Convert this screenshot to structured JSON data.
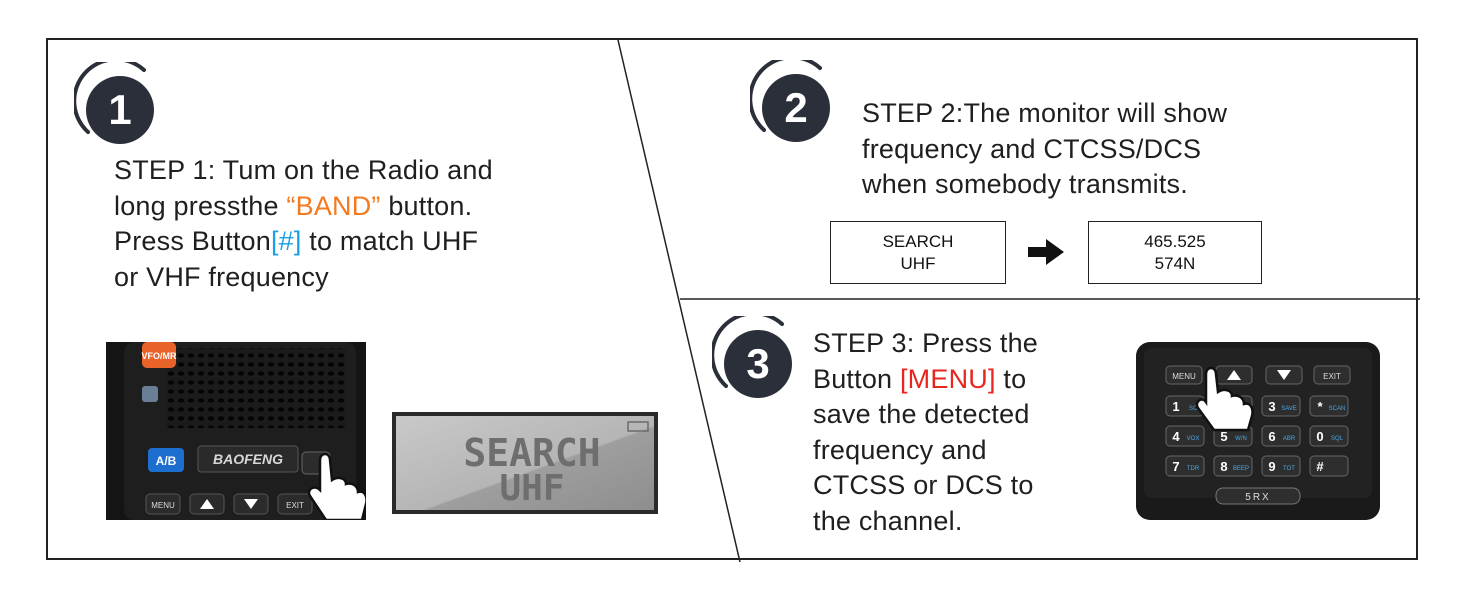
{
  "step1": {
    "number": "1",
    "line1": "STEP 1: Tum on the Radio and",
    "line2_a": "long pressthe ",
    "line2_highlight": "“BAND”",
    "line2_b": " button.",
    "line3_a": "Press Button",
    "line3_highlight": "[#]",
    "line3_b": " to match UHF",
    "line4": "or VHF frequency",
    "radio": {
      "vfo_label": "VFO/MR",
      "ab_label": "A/B",
      "brand": "BAOFENG",
      "menu_label": "MENU",
      "exit_label": "EXIT"
    },
    "lcd": {
      "line1": "SEARCH",
      "line2": "UHF"
    }
  },
  "step2": {
    "number": "2",
    "line1": "STEP 2:The monitor will show",
    "line2": "frequency and CTCSS/DCS",
    "line3": "when somebody transmits.",
    "box_left": {
      "line1": "SEARCH",
      "line2": "UHF"
    },
    "box_right": {
      "line1": "465.525",
      "line2": "574N"
    }
  },
  "step3": {
    "number": "3",
    "line1": "STEP 3: Press the",
    "line2_a": "Button ",
    "line2_highlight": "[MENU]",
    "line2_b": " to",
    "line3": "save the detected",
    "line4": "frequency and",
    "line5": "CTCSS or DCS to",
    "line6": "the channel.",
    "keypad": {
      "menu": "MENU",
      "exit": "EXIT",
      "model": "5RX",
      "keys": [
        {
          "num": "1",
          "sub": "SC"
        },
        {
          "num": "2",
          "sub": ""
        },
        {
          "num": "3",
          "sub": "SAVE"
        },
        {
          "num": "*",
          "sub": "SCAN"
        },
        {
          "num": "4",
          "sub": "VOX"
        },
        {
          "num": "5",
          "sub": "W/N"
        },
        {
          "num": "6",
          "sub": "ABR"
        },
        {
          "num": "0",
          "sub": "SQL"
        },
        {
          "num": "7",
          "sub": "TDR"
        },
        {
          "num": "8",
          "sub": "BEEP"
        },
        {
          "num": "9",
          "sub": "TOT"
        },
        {
          "num": "#",
          "sub": ""
        }
      ]
    }
  },
  "colors": {
    "orange": "#f47a1f",
    "blue": "#1aa0e6",
    "red": "#e8261f",
    "badge": "#2a2f3a"
  }
}
